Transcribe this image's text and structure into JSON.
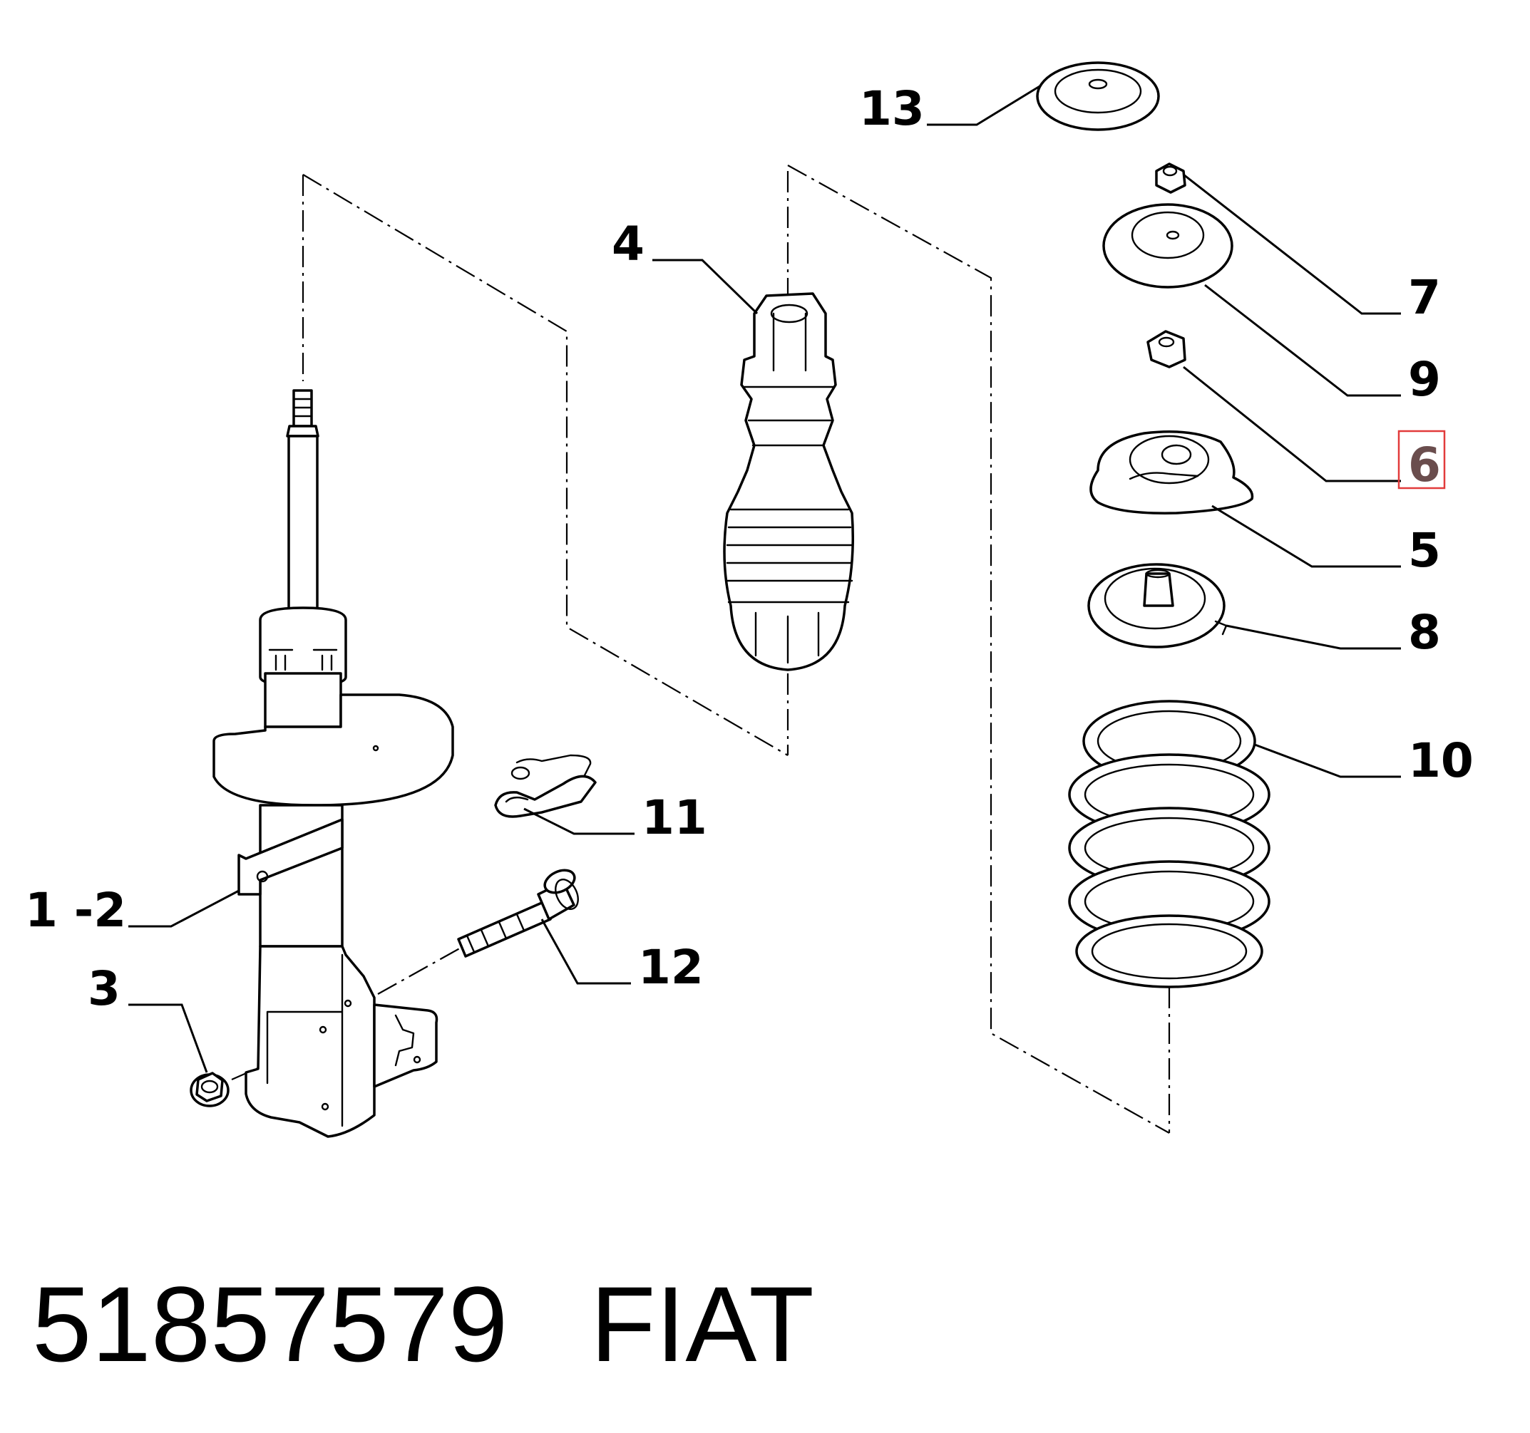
{
  "diagram": {
    "callouts": {
      "c13": "13",
      "c4": "4",
      "c7": "7",
      "c9": "9",
      "c6": "6",
      "c5": "5",
      "c8": "8",
      "c10": "10",
      "c11": "11",
      "c1_2": "1 -2",
      "c12": "12",
      "c3": "3"
    },
    "highlighted_callout": "6",
    "highlight_color": "#e23b3b"
  },
  "footer": {
    "part_number": "51857579",
    "brand": "FIAT"
  }
}
